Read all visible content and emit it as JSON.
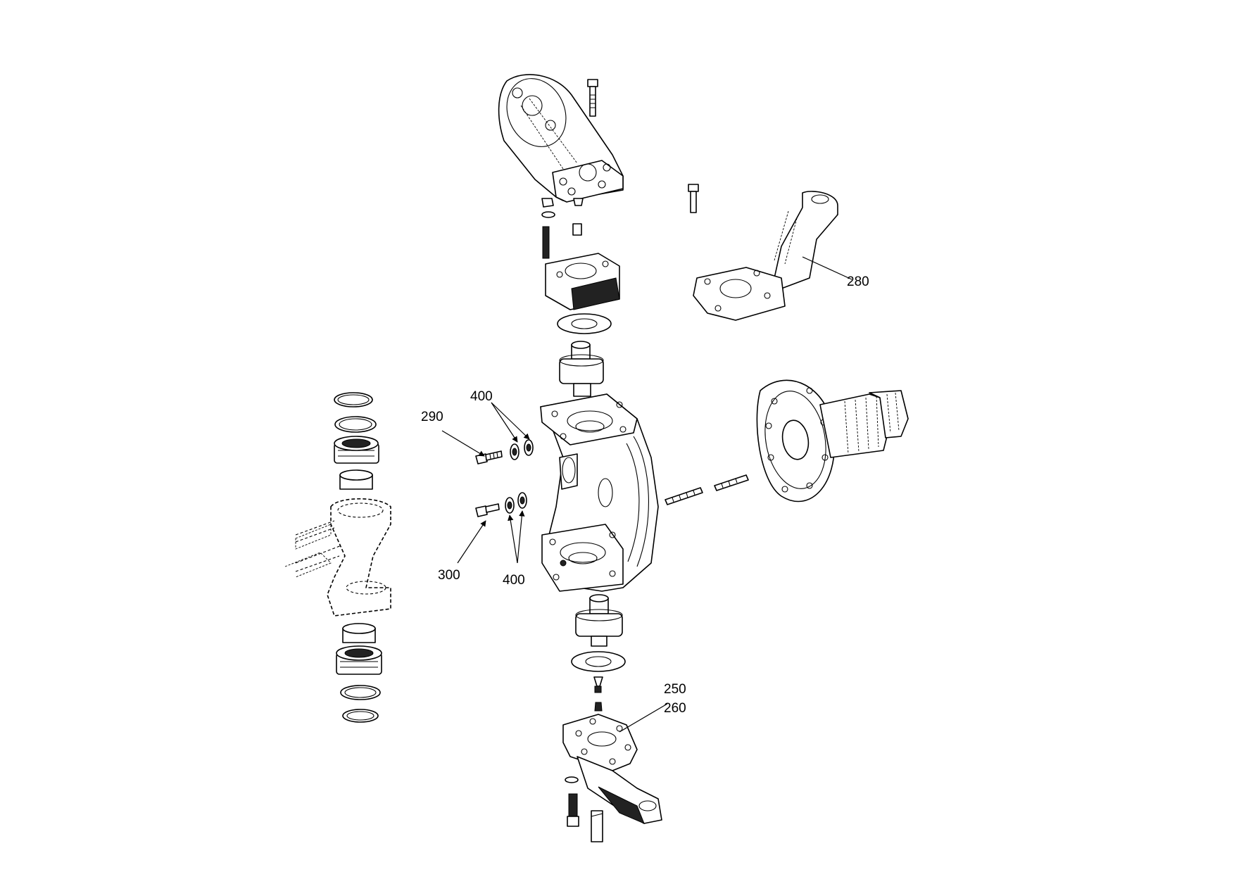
{
  "callouts": {
    "c280": "280",
    "c290": "290",
    "c400_top": "400",
    "c300": "300",
    "c400_bottom": "400",
    "c250": "250",
    "c260": "260"
  },
  "colors": {
    "line": "#000000",
    "background": "#ffffff"
  }
}
